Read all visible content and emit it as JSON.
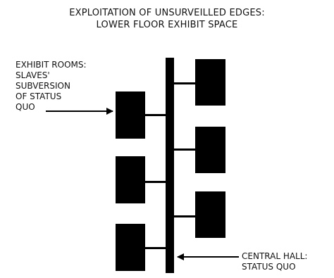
{
  "title": {
    "line1": "EXPLOITATION OF UNSURVEILLED EDGES:",
    "line2": "LOWER FLOOR EXHIBIT SPACE"
  },
  "exhibit_label": {
    "lines": [
      "EXHIBIT ROOMS:",
      "SLAVES'",
      "SUBVERSION",
      "OF STATUS",
      "QUO"
    ]
  },
  "hall_label": {
    "lines": [
      "CENTRAL HALL:",
      "STATUS QUO"
    ]
  },
  "colors": {
    "ink": "#000000",
    "text": "#111111",
    "background": "#ffffff"
  }
}
